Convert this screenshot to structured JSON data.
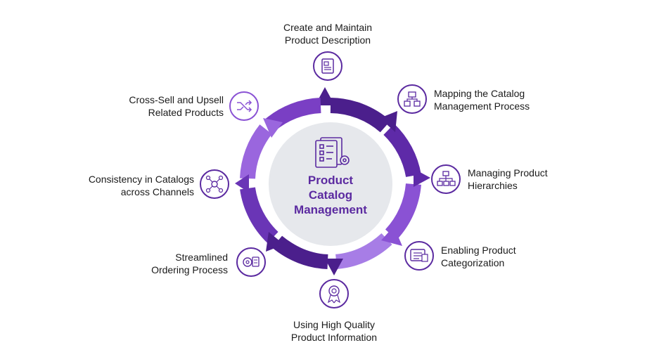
{
  "center": {
    "title": "Product\nCatalog\nManagement",
    "icon": "catalog-settings-icon"
  },
  "steps": [
    {
      "id": "create-description",
      "label": "Create and Maintain\nProduct Description",
      "icon": "document-icon"
    },
    {
      "id": "mapping-process",
      "label": "Mapping the Catalog\nManagement Process",
      "icon": "flowchart-icon"
    },
    {
      "id": "managing-hierarchies",
      "label": "Managing Product\nHierarchies",
      "icon": "hierarchy-icon"
    },
    {
      "id": "enabling-categorization",
      "label": "Enabling Product\nCategorization",
      "icon": "category-list-icon"
    },
    {
      "id": "high-quality-info",
      "label": "Using High Quality\nProduct Information",
      "icon": "quality-badge-icon"
    },
    {
      "id": "streamlined-ordering",
      "label": "Streamlined\nOrdering Process",
      "icon": "gear-checklist-icon"
    },
    {
      "id": "consistency-catalogs",
      "label": "Consistency in Catalogs\nacross Channels",
      "icon": "network-icon"
    },
    {
      "id": "cross-sell",
      "label": "Cross-Sell and Upsell\nRelated Products",
      "icon": "shuffle-icon"
    }
  ],
  "colors": {
    "dark": "#4b1f8c",
    "mid": "#7a3fc4",
    "light": "#a77de6",
    "center_bg": "#e6e8ec",
    "text": "#1a1a1a"
  }
}
